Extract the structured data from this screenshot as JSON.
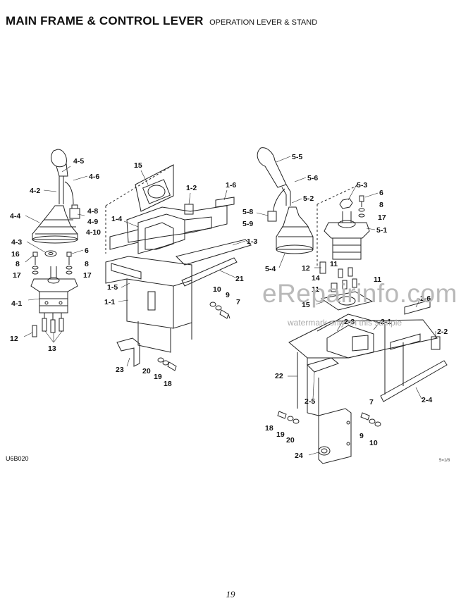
{
  "header": {
    "title": "MAIN FRAME & CONTROL LEVER",
    "subtitle": "OPERATION LEVER & STAND"
  },
  "watermark": {
    "main": "eRepairinfo.com",
    "sub": "watermark only on this sample"
  },
  "footer": {
    "figure_code": "U6B020",
    "page_number": "19",
    "small_code": "5=1/8"
  },
  "callouts": {
    "left": [
      "4-5",
      "4-6",
      "4-2",
      "4-4",
      "4-8",
      "4-9",
      "4-10",
      "4-3",
      "6",
      "16",
      "8",
      "8",
      "17",
      "17",
      "4-1",
      "12",
      "13"
    ],
    "middle": [
      "15",
      "1-2",
      "1-6",
      "1-4",
      "1-3",
      "21",
      "1-5",
      "1-1",
      "10",
      "9",
      "7",
      "23",
      "20",
      "19",
      "18"
    ],
    "right": [
      "5-5",
      "5-6",
      "5-2",
      "5-3",
      "6",
      "8",
      "17",
      "5-8",
      "5-9",
      "5-1",
      "5-4",
      "12",
      "11",
      "11",
      "14",
      "11",
      "15",
      "2-6",
      "2-3",
      "2-1",
      "2-2",
      "22",
      "2-5",
      "2-4",
      "7",
      "18",
      "19",
      "20",
      "9",
      "10",
      "24"
    ]
  }
}
